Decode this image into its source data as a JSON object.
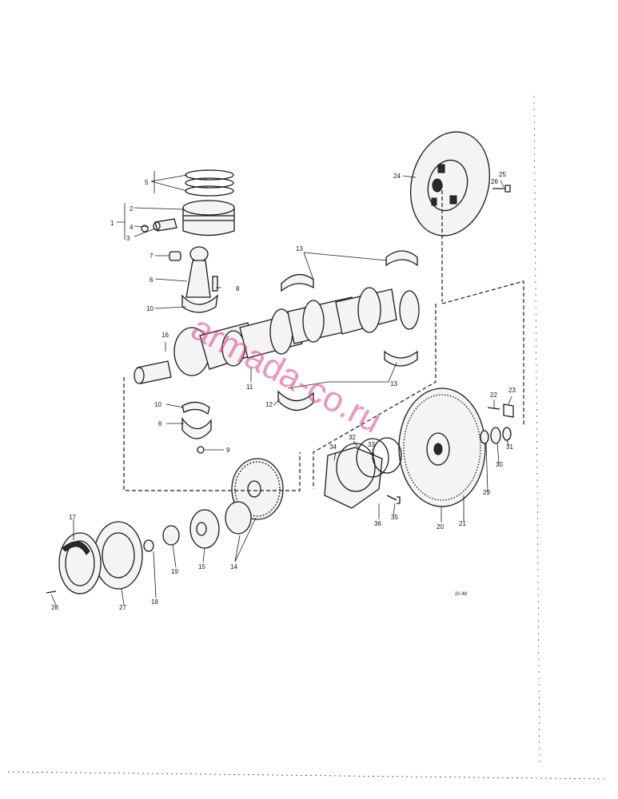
{
  "diagram": {
    "drawing_code": "20 48",
    "watermark": "armada-co.ru",
    "labels": [
      "1",
      "2",
      "3",
      "4",
      "5",
      "6",
      "7",
      "8",
      "10",
      "16",
      "11",
      "13",
      "13",
      "12",
      "6",
      "10",
      "9",
      "24",
      "25",
      "26",
      "22",
      "23",
      "34",
      "32",
      "33",
      "31",
      "30",
      "29",
      "36",
      "35",
      "20",
      "21",
      "17",
      "19",
      "15",
      "14",
      "28",
      "27",
      "18"
    ]
  }
}
